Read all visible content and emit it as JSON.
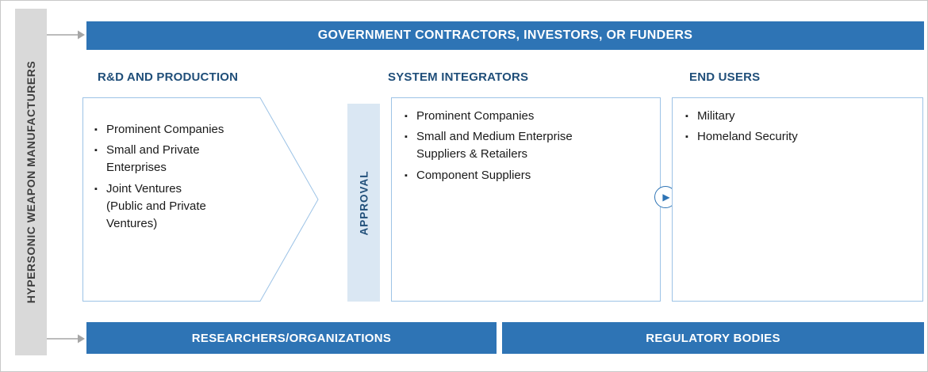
{
  "sidebar": {
    "label": "HYPERSONIC WEAPON MANUFACTURERS"
  },
  "top_banner": {
    "label": "GOVERNMENT CONTRACTORS, INVESTORS, OR FUNDERS"
  },
  "columns": {
    "rd": {
      "header": "R&D AND PRODUCTION",
      "items": [
        "Prominent Companies",
        "Small and Private Enterprises",
        "Joint Ventures\n(Public and Private Ventures)"
      ]
    },
    "approval": {
      "label": "APPROVAL"
    },
    "integrators": {
      "header": "SYSTEM INTEGRATORS",
      "items": [
        "Prominent Companies",
        "Small and Medium Enterprise Suppliers & Retailers",
        "Component Suppliers"
      ]
    },
    "end_users": {
      "header": "END USERS",
      "items": [
        "Military",
        "Homeland Security"
      ]
    }
  },
  "bottom_banners": {
    "researchers": "RESEARCHERS/ORGANIZATIONS",
    "regulatory": "REGULATORY BODIES"
  },
  "icons": {
    "flow_arrow": "▶"
  },
  "colors": {
    "banner_blue": "#2E74B5",
    "header_text": "#1F4E79",
    "approval_bg": "#DAE7F3",
    "approval_text": "#1F4E79",
    "box_border": "#9DC3E6",
    "sidebar_bg": "#D9D9D9",
    "sidebar_text": "#3F3F3F",
    "connector_gray": "#A6A6A6",
    "body_text": "#1A1A1A"
  }
}
